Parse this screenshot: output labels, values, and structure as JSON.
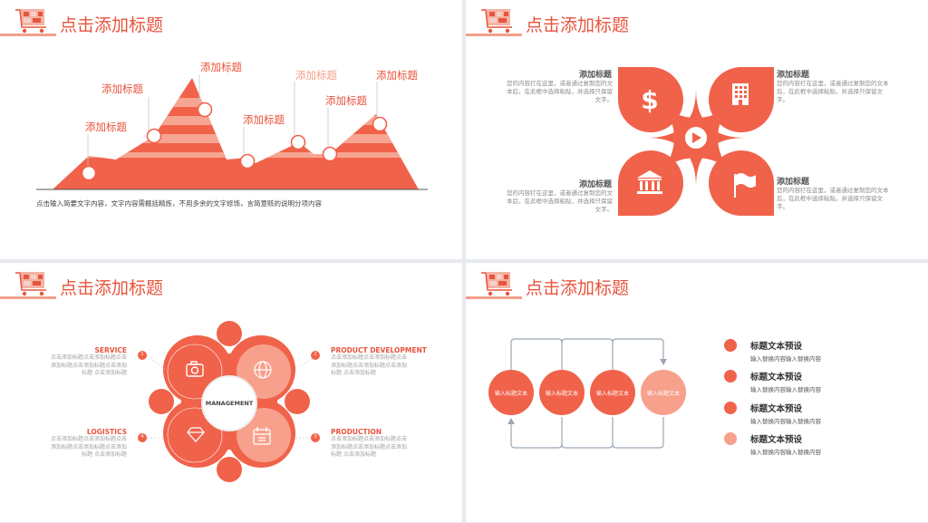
{
  "slides": [
    {
      "title": "点击添加标题",
      "peaks": [
        "添加标题",
        "添加标题",
        "添加标题",
        "添加标题",
        "添加标题",
        "添加标题"
      ],
      "caption": "点击输入简要文字内容，文字内容需概括精炼，不用多余的文字修饰，言简意赅的说明分项内容"
    },
    {
      "title": "点击添加标题",
      "items": [
        {
          "head": "添加标题",
          "text": "您的内容打在这里，或者通过复制您的文本后，在此框中选择粘贴，并选择只保留文字。"
        },
        {
          "head": "添加标题",
          "text": "您的内容打在这里，或者通过复制您的文本后，在此框中选择粘贴，并选择只保留文字。"
        },
        {
          "head": "添加标题",
          "text": "您的内容打在这里，或者通过复制您的文本后，在此框中选择粘贴，并选择只保留文字。"
        },
        {
          "head": "添加标题",
          "text": "您的内容打在这里，或者通过复制您的文本后，在此框中选择粘贴，并选择只保留文字。"
        }
      ],
      "icons": [
        "dollar-icon",
        "building-icon",
        "play-icon",
        "bank-icon",
        "flag-icon"
      ]
    },
    {
      "title": "点击添加标题",
      "center": "MANAGEMENT",
      "items": [
        {
          "num": "1",
          "head": "SERVICE",
          "text": "点击添加标题点击添加标题点击添加标题点击添加标题点击添加标题 点击添加标题"
        },
        {
          "num": "2",
          "head": "PRODUCT DEVELOPMENT",
          "text": "点击添加标题点击添加标题点击添加标题点击添加标题点击添加标题 点击添加标题"
        },
        {
          "num": "3",
          "head": "PRODUCTION",
          "text": "点击添加标题点击添加标题点击添加标题点击添加标题点击添加标题 点击添加标题"
        },
        {
          "num": "4",
          "head": "LOGISTICS",
          "text": "点击添加标题点击添加标题点击添加标题点击添加标题点击添加标题 点击添加标题"
        }
      ]
    },
    {
      "title": "点击添加标题",
      "circles": [
        "输入标题文本",
        "输入标题文本",
        "输入标题文本",
        "输入标题文本"
      ],
      "legend": [
        {
          "head": "标题文本预设",
          "sub": "输入替换内容输入替换内容"
        },
        {
          "head": "标题文本预设",
          "sub": "输入替换内容输入替换内容"
        },
        {
          "head": "标题文本预设",
          "sub": "输入替换内容输入替换内容"
        },
        {
          "head": "标题文本预设",
          "sub": "输入替换内容输入替换内容"
        }
      ]
    }
  ],
  "colors": {
    "primary": "#f1624a",
    "light": "#f7a08c",
    "title": "#e8543d"
  }
}
